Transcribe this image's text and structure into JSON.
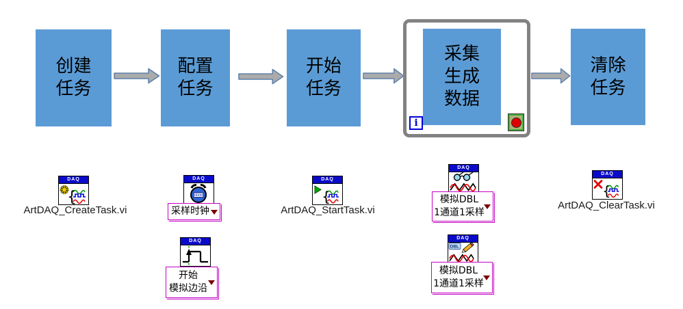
{
  "flowchart": {
    "boxes": [
      {
        "lines": [
          "创建",
          "任务"
        ]
      },
      {
        "lines": [
          "配置",
          "任务"
        ]
      },
      {
        "lines": [
          "开始",
          "任务"
        ]
      },
      {
        "lines": [
          "采集",
          "生成",
          "数据"
        ]
      },
      {
        "lines": [
          "清除",
          "任务"
        ]
      }
    ],
    "loop": {
      "iteration_label": "i"
    }
  },
  "palette": {
    "create_task": {
      "icon_header": "DAQ",
      "label": "ArtDAQ_CreateTask.vi"
    },
    "sample_clock": {
      "icon_header": "DAQ",
      "selection": "采样时钟"
    },
    "start_task": {
      "icon_header": "DAQ",
      "label": "ArtDAQ_StartTask.vi"
    },
    "read": {
      "icon_header": "DAQ",
      "selection_lines": [
        "模拟DBL",
        "1通道1采样"
      ]
    },
    "clear_task": {
      "icon_header": "DAQ",
      "label": "ArtDAQ_ClearTask.vi"
    },
    "trigger": {
      "icon_header": "DAQ",
      "selection_lines": [
        "开始",
        "模拟边沿"
      ]
    },
    "write": {
      "icon_header": "DAQ",
      "icon_text": "DBL",
      "selection_lines": [
        "模拟DBL",
        "1通道1采样"
      ]
    }
  },
  "colors": {
    "flow_box_blue": "#5B9BD5",
    "arrow_fill": "#ABABAB",
    "arrow_outline": "#5B80A8",
    "loop_border_gray": "#828282",
    "enum_border_magenta": "#C400C4",
    "enum_arrow_maroon": "#7A0000",
    "daq_header_blue": "#0A0ACA",
    "stop_button_red": "#E00000",
    "iteration_terminal_blue": "#0000D8"
  }
}
